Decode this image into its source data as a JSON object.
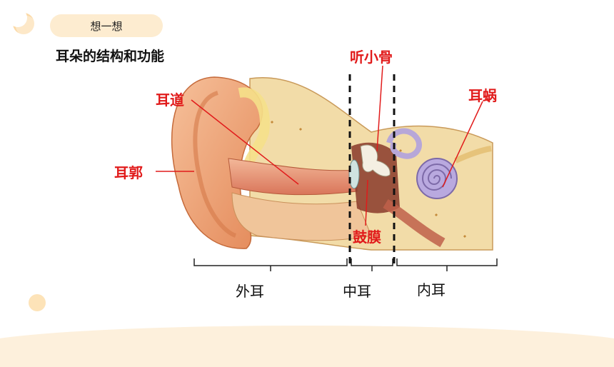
{
  "header": {
    "pill_text": "想一想",
    "heading": "耳朵的结构和功能"
  },
  "labels": {
    "ear_canal": "耳道",
    "auricle": "耳郭",
    "ossicles": "听小骨",
    "cochlea": "耳蜗",
    "eardrum": "鼓膜"
  },
  "regions": {
    "outer": "外耳",
    "middle": "中耳",
    "inner": "内耳"
  },
  "colors": {
    "label_red": "#e11b1b",
    "skin": "#f0a878",
    "bone": "#f0d9a0",
    "pill": "#fdecd0"
  }
}
